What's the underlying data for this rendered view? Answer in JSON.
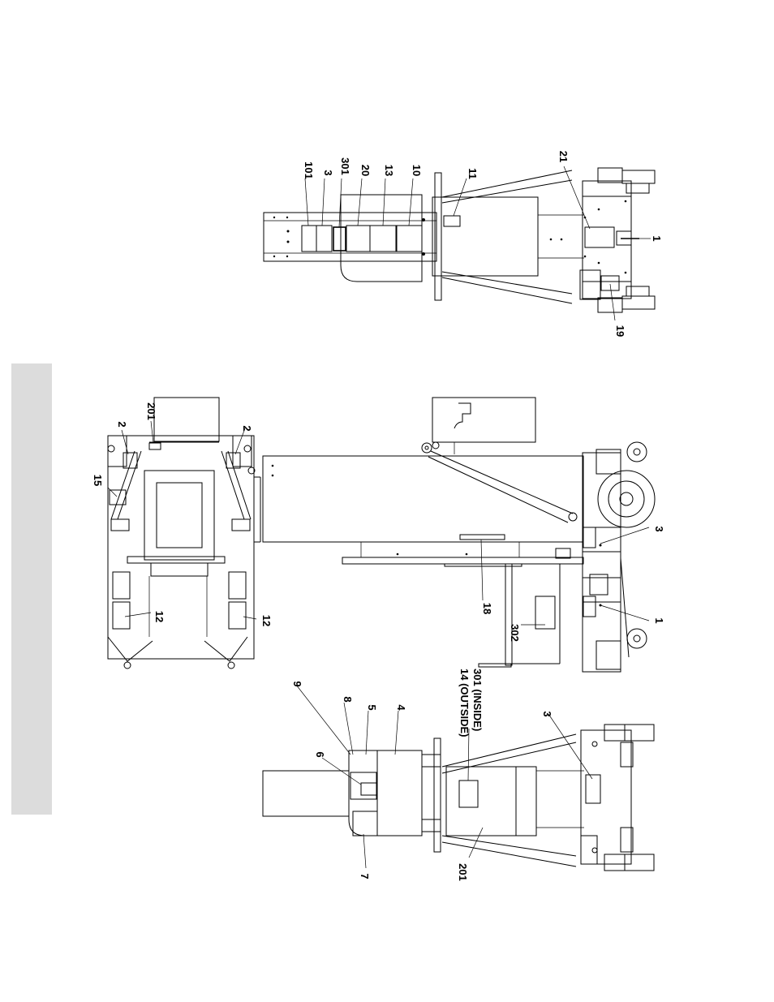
{
  "page": {
    "background": "#ffffff",
    "tab_color": "#dcdcdc"
  },
  "callouts": {
    "c101": "101",
    "c3a": "3",
    "c301a": "301",
    "c20": "20",
    "c13": "13",
    "c10": "10",
    "c11": "11",
    "c21": "21",
    "c1a": "1",
    "c19": "19",
    "c15": "15",
    "c201a": "201",
    "c2a": "2",
    "c2b": "2",
    "c12a": "12",
    "c12b": "12",
    "c3b": "3",
    "c18": "18",
    "c1b": "1",
    "c302": "302",
    "c9": "9",
    "c8": "8",
    "c5": "5",
    "c4": "4",
    "c6": "6",
    "c7": "7",
    "c14": "14 (OUTSIDE)",
    "c301b": "301 (INSIDE)",
    "c3c": "3",
    "c201b": "201"
  }
}
